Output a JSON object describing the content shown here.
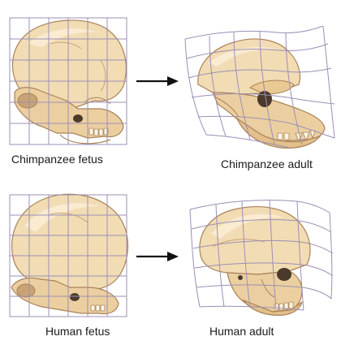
{
  "figure": {
    "colors": {
      "grid": "#9c8fb6",
      "bone_light": "#f6e6c9",
      "bone_mid": "#eccfa0",
      "bone_shadow": "#c9a373",
      "bone_outline": "#a98258",
      "dark": "#4a3a2c",
      "arrow": "#111111"
    },
    "rows": [
      {
        "species": "chimpanzee",
        "fetus_label": "Chimpanzee fetus",
        "adult_label": "Chimpanzee adult"
      },
      {
        "species": "human",
        "fetus_label": "Human fetus",
        "adult_label": "Human adult"
      }
    ]
  }
}
